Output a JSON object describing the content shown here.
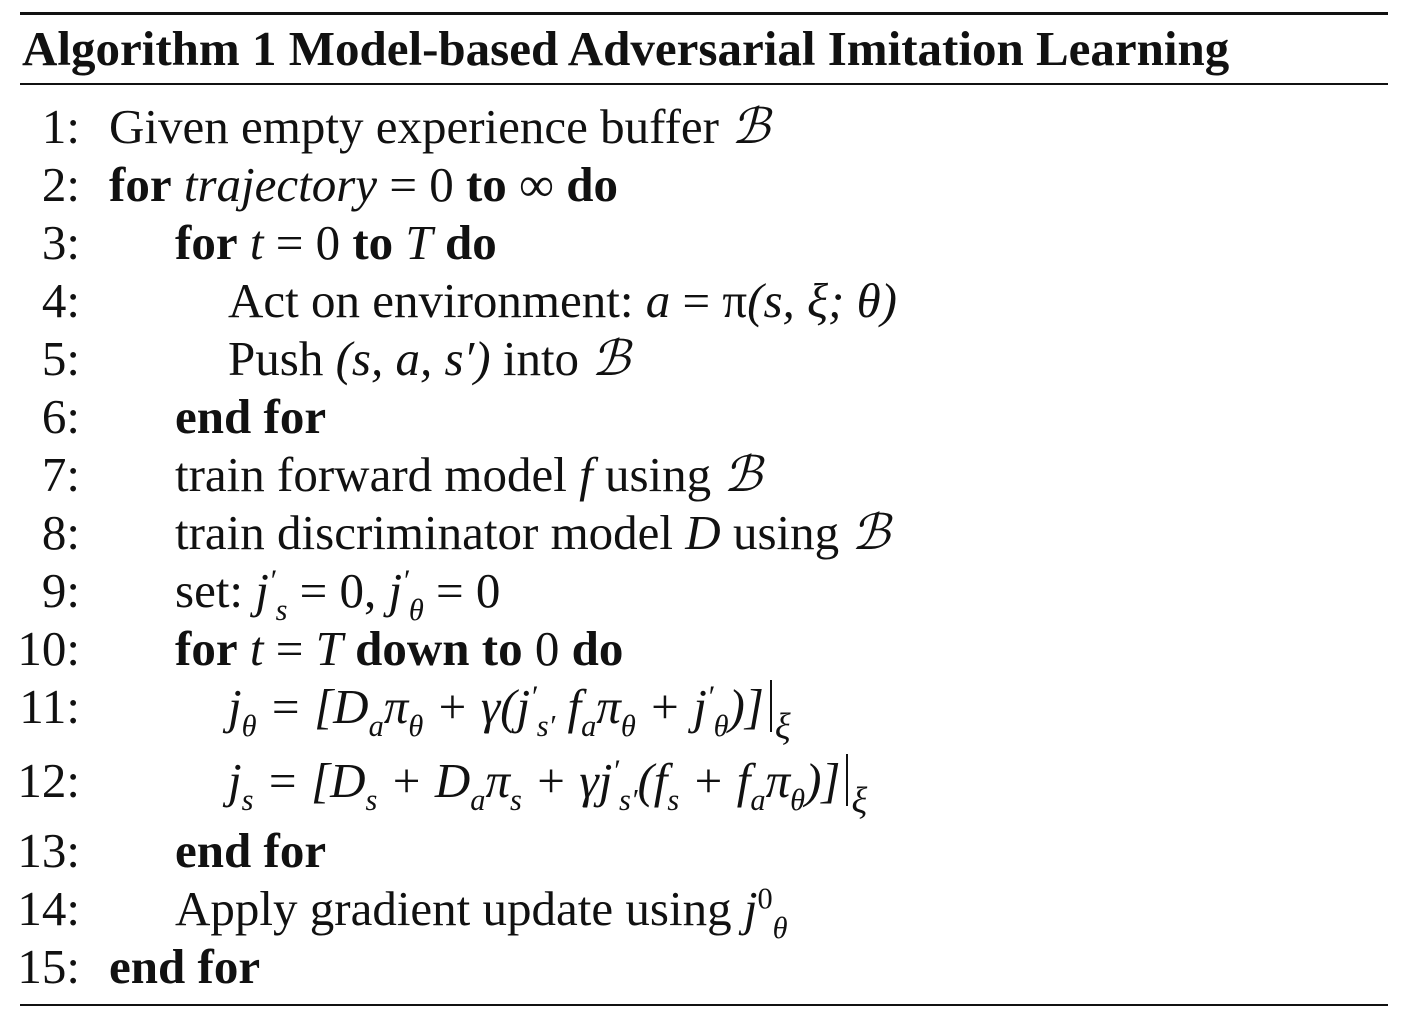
{
  "algorithm": {
    "title": "Algorithm 1 Model-based Adversarial Imitation Learning",
    "lines": [
      {
        "num": "1:",
        "t1": "Given empty experience buffer",
        "B": "ℬ"
      },
      {
        "num": "2:",
        "for": "for",
        "var": "trajectory",
        "eq": "=",
        "zero": "0",
        "to": "to",
        "inf": "∞",
        "do": "do"
      },
      {
        "num": "3:",
        "for": "for",
        "t": "t",
        "eq": "=",
        "zero": "0",
        "to": "to",
        "T": "T",
        "do": "do"
      },
      {
        "num": "4:",
        "text": "Act on environment:",
        "a": "a",
        "eq": "=",
        "pi": "π",
        "args": "(s, ξ; θ)"
      },
      {
        "num": "5:",
        "text": "Push",
        "tuple": "(s, a, s′)",
        "into": "into",
        "B": "ℬ"
      },
      {
        "num": "6:",
        "end": "end for"
      },
      {
        "num": "7:",
        "text": "train forward model",
        "f": "f",
        "using": "using",
        "B": "ℬ"
      },
      {
        "num": "8:",
        "text": "train discriminator model",
        "D": "D",
        "using": "using",
        "B": "ℬ"
      },
      {
        "num": "9:",
        "text": "set:",
        "j": "j",
        "jsprime": "′",
        "s": "s",
        "eq1": "= 0,",
        "j2": "j",
        "jthprime": "′",
        "theta": "θ",
        "eq2": "= 0"
      },
      {
        "num": "10:",
        "for": "for",
        "t": "t",
        "eq": "=",
        "T": "T",
        "down": "down to",
        "zero": "0",
        "do": "do"
      },
      {
        "num": "11:",
        "j": "j",
        "theta": "θ",
        "expr_a": "= [D",
        "a": "a",
        "pi": "π",
        "theta2": "θ",
        "expr_b": " + γ(j",
        "prime1": "′",
        "sprime": "s′",
        "f": " f",
        "a2": "a",
        "pi2": "π",
        "theta3": "θ",
        "expr_c": " + j",
        "prime2": "′",
        "theta4": "θ",
        "expr_d": ")]",
        "xi": "ξ"
      },
      {
        "num": "12:",
        "j": "j",
        "s": "s",
        "expr_a": "= [D",
        "s2": "s",
        "expr_b": " + D",
        "a": "a",
        "pi": "π",
        "s3": "s",
        "expr_c": " + γj",
        "prime": "′",
        "sprime": "s′",
        "expr_d": "(f",
        "s4": "s",
        "expr_e": " + f",
        "a2": "a",
        "pi2": "π",
        "theta": "θ",
        "expr_f": ")]",
        "xi": "ξ"
      },
      {
        "num": "13:",
        "end": "end for"
      },
      {
        "num": "14:",
        "text": "Apply gradient update using",
        "j": "j",
        "zero": "0",
        "theta": "θ"
      },
      {
        "num": "15:",
        "end": "end for"
      }
    ]
  }
}
